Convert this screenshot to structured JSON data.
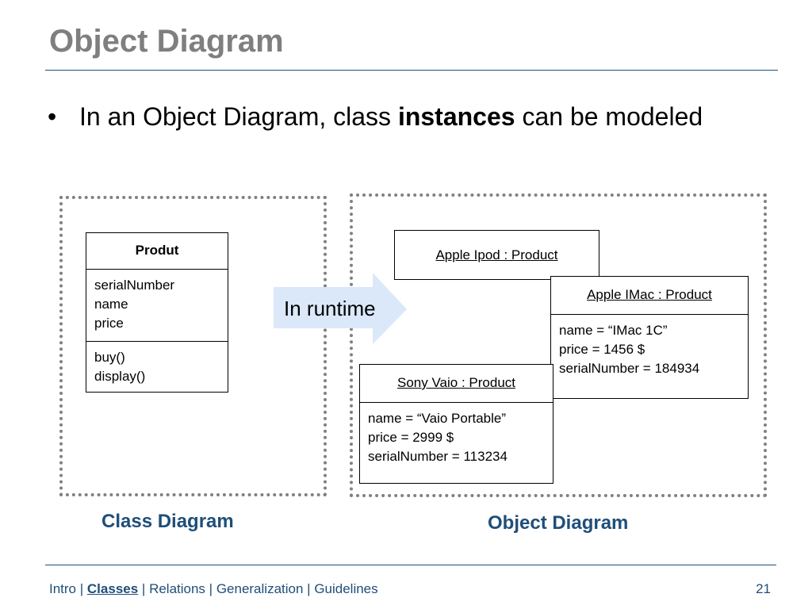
{
  "slide": {
    "title": "Object Diagram",
    "bullet": {
      "text_before": "In an Object Diagram, class ",
      "text_bold": "instances",
      "text_after": " can be modeled"
    }
  },
  "class_box": {
    "name": "Produt",
    "attributes": [
      "serialNumber",
      "name",
      "price"
    ],
    "methods": [
      "buy()",
      "display()"
    ]
  },
  "arrow_label": "In runtime",
  "objects": [
    {
      "title": "Apple Ipod : Product"
    },
    {
      "title": "Apple IMac : Product",
      "values": [
        "name = “IMac 1C”",
        "price = 1456 $",
        "serialNumber = 184934"
      ]
    },
    {
      "title": "Sony Vaio : Product",
      "values": [
        "name = “Vaio Portable”",
        "price = 2999 $",
        "serialNumber = 113234"
      ]
    }
  ],
  "captions": {
    "class_diagram": "Class Diagram",
    "object_diagram": "Object Diagram"
  },
  "footer": {
    "nav": [
      {
        "label": "Intro",
        "active": false
      },
      {
        "label": "Classes",
        "active": true
      },
      {
        "label": "Relations",
        "active": false
      },
      {
        "label": "Generalization",
        "active": false
      },
      {
        "label": "Guidelines",
        "active": false
      }
    ],
    "separator": " | ",
    "page_number": "21"
  },
  "colors": {
    "title": "#7f7f7f",
    "accent": "#1f4e79",
    "arrow_fill": "#dbe8f9",
    "dotted_border": "#808080"
  }
}
